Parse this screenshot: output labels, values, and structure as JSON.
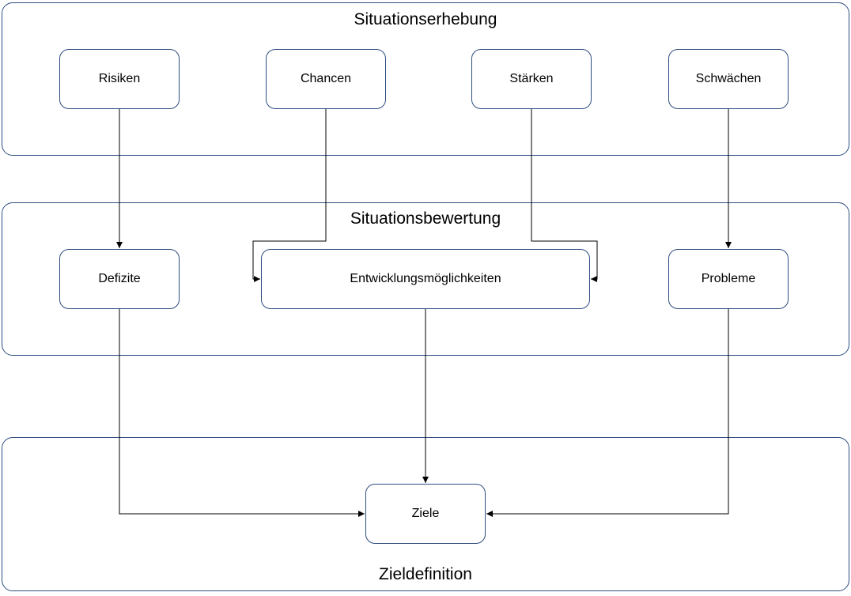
{
  "groups": {
    "erhebung": "Situationserhebung",
    "bewertung": "Situationsbewertung",
    "definition": "Zieldefinition"
  },
  "nodes": {
    "risiken": "Risiken",
    "chancen": "Chancen",
    "staerken": "Stärken",
    "schwaechen": "Schwächen",
    "defizite": "Defizite",
    "entwicklung": "Entwicklungsmöglichkeiten",
    "probleme": "Probleme",
    "ziele": "Ziele"
  },
  "edges": [
    {
      "from": "Risiken",
      "to": "Defizite"
    },
    {
      "from": "Chancen",
      "to": "Entwicklungsmöglichkeiten"
    },
    {
      "from": "Stärken",
      "to": "Entwicklungsmöglichkeiten"
    },
    {
      "from": "Schwächen",
      "to": "Probleme"
    },
    {
      "from": "Defizite",
      "to": "Ziele"
    },
    {
      "from": "Entwicklungsmöglichkeiten",
      "to": "Ziele"
    },
    {
      "from": "Probleme",
      "to": "Ziele"
    }
  ],
  "colors": {
    "border": "#2e4d80",
    "line": "#000000",
    "background": "#ffffff"
  }
}
